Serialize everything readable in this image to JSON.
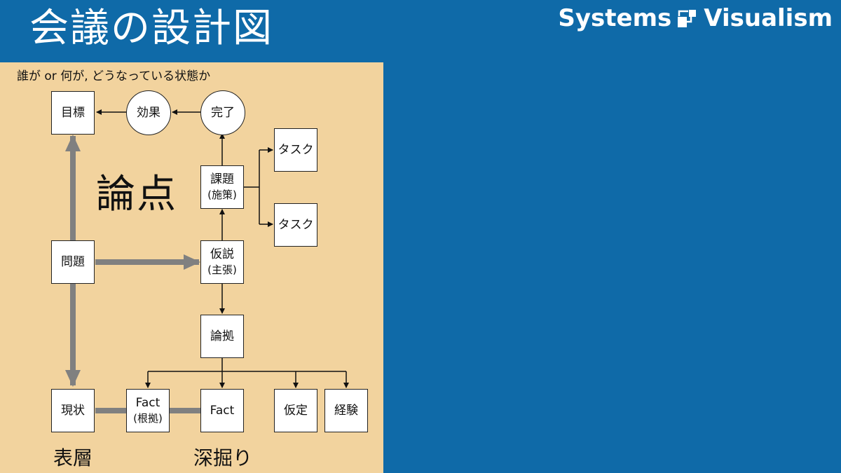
{
  "header": {
    "title": "会議の設計図",
    "logo_text_left": "Systems",
    "logo_text_right": "Visualism",
    "logo_icon": "systems-visualism-logo-icon"
  },
  "panel": {
    "subtitle": "誰が or 何が, どうなっている状態か",
    "labels": {
      "ronten": "論点",
      "surface": "表層",
      "deep_dive": "深掘り"
    }
  },
  "nodes": {
    "goal": "目標",
    "effect": "効果",
    "completion": "完了",
    "task_1": "タスク",
    "task_2": "タスク",
    "issue": "課題",
    "issue_sub": "(施策)",
    "problem": "問題",
    "hypothesis": "仮説",
    "hypothesis_sub": "(主張)",
    "grounds": "論拠",
    "current_state": "現状",
    "fact_1": "Fact",
    "fact_1_sub": "(根拠)",
    "fact_2": "Fact",
    "assumption": "仮定",
    "experience": "経験"
  },
  "colors": {
    "background": "#0f6aa8",
    "panel": "#f2d39e",
    "thick_arrow": "#808080",
    "node_fill": "#ffffff",
    "line": "#111111"
  }
}
